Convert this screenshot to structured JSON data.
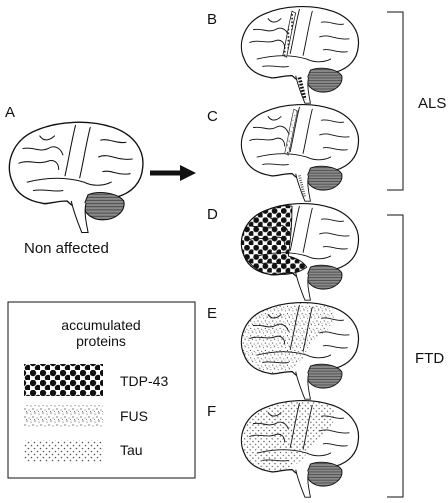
{
  "panels": {
    "a": {
      "letter": "A",
      "caption": "Non affected"
    },
    "b": {
      "letter": "B"
    },
    "c": {
      "letter": "C"
    },
    "d": {
      "letter": "D"
    },
    "e": {
      "letter": "E"
    },
    "f": {
      "letter": "F"
    }
  },
  "groups": {
    "als": {
      "label": "ALS"
    },
    "ftd": {
      "label": "FTD"
    }
  },
  "legend": {
    "title_line1": "accumulated",
    "title_line2": "proteins",
    "items": [
      {
        "label": "TDP-43",
        "pattern": "large-dots"
      },
      {
        "label": "FUS",
        "pattern": "fine-speckle"
      },
      {
        "label": "Tau",
        "pattern": "small-dots"
      }
    ]
  },
  "colors": {
    "ink": "#111111",
    "cerebellum": "#777777",
    "background": "#ffffff"
  }
}
